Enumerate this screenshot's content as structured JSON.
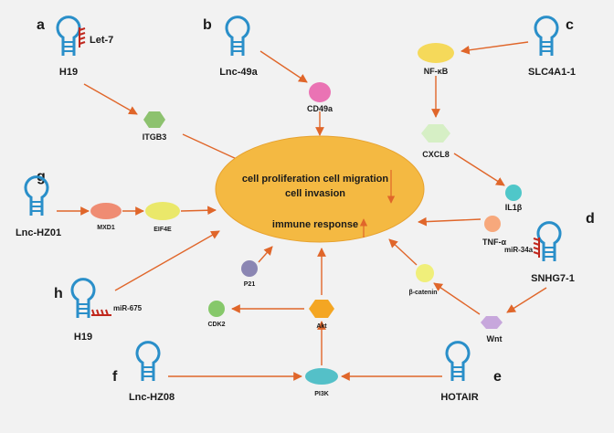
{
  "panels": [
    "a",
    "b",
    "c",
    "g",
    "d",
    "h",
    "f",
    "e"
  ],
  "lnc": {
    "h19_a": "H19",
    "lnc49a": "Lnc-49a",
    "slc4a1": "SLC4A1-1",
    "hz01": "Lnc-HZ01",
    "snhg7": "SNHG7-1",
    "h19_h": "H19",
    "hz08": "Lnc-HZ08",
    "hotair": "HOTAIR"
  },
  "mirna": {
    "let7": "Let-7",
    "mir34a": "miR-34a",
    "mir675": "miR-675"
  },
  "nodes": {
    "itgb3": "ITGB3",
    "cd49a": "CD49a",
    "nfkb": "NF-κB",
    "cxcl8": "CXCL8",
    "il1b": "IL1β",
    "tnfa": "TNF-α",
    "mxd1": "MXD1",
    "eif4e": "EIF4E",
    "bcat": "β-catenin",
    "wnt": "Wnt",
    "p21": "P21",
    "cdk2": "CDK2",
    "akt": "Akt",
    "pi3k": "PI3K"
  },
  "center": {
    "line1": "cell proliferation cell migration",
    "line2": "cell invasion",
    "line3": "immune response"
  },
  "colors": {
    "arrow": "#e0662a",
    "hairpin": "#2a8fc9",
    "center": "#f4b942",
    "itgb3": "#8dc26f",
    "cd49a": "#ea73b4",
    "nfkb": "#f5d95a",
    "cxcl8": "#d6efc5",
    "il1b": "#4fc7c9",
    "tnfa": "#f7a87c",
    "mxd1": "#ef8c73",
    "eif4e": "#eae86a",
    "bcat": "#f0ef7a",
    "wnt": "#c7a7dc",
    "p21": "#8b86b3",
    "cdk2": "#86c86a",
    "akt": "#f4a623",
    "pi3k": "#54c0c8",
    "mirna": "#c0271d"
  }
}
